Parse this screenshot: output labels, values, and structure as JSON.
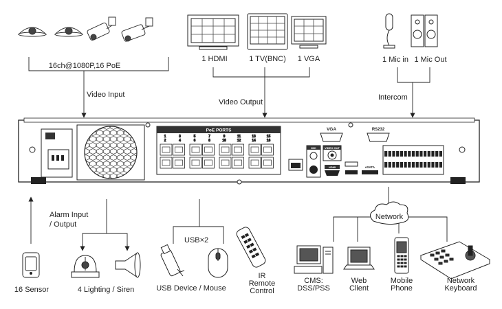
{
  "top": {
    "cameras_label": "16ch@1080P,16 PoE",
    "video_input": "Video Input",
    "hdmi_label": "1 HDMI",
    "tv_label": "1 TV(BNC)",
    "vga_label": "1 VGA",
    "video_output": "Video Output",
    "mic_in": "1 Mic in",
    "mic_out": "1 Mic Out",
    "intercom": "Intercom"
  },
  "panel": {
    "poe_ports": "PoE PORTS",
    "port_top": [
      "1",
      "3",
      "5",
      "7",
      "9",
      "11",
      "13",
      "15"
    ],
    "port_bottom": [
      "2",
      "4",
      "6",
      "8",
      "10",
      "12",
      "14",
      "16"
    ],
    "vga": "VGA",
    "rs232": "RS232",
    "mic": "MIC",
    "video_out": "VIDEO OUT",
    "hdmi": "HDMI",
    "esata": "eSATA"
  },
  "bottom": {
    "alarm_io": "Alarm Input / Output",
    "alarm_line1": "Alarm Input",
    "alarm_line2": "/ Output",
    "sensor": "16 Sensor",
    "lighting_siren": "4 Lighting /  Siren",
    "usb_x2": "USB×2",
    "usb_device_mouse": "USB Device / Mouse",
    "ir_line1": "IR",
    "ir_line2": "Remote",
    "ir_line3": "Control",
    "network": "Network",
    "cms_line1": "CMS:",
    "cms_line2": "DSS/PSS",
    "web_line1": "Web",
    "web_line2": "Client",
    "mobile_line1": "Mobile",
    "mobile_line2": "Phone",
    "kbd_line1": "Network",
    "kbd_line2": "Keyboard"
  }
}
